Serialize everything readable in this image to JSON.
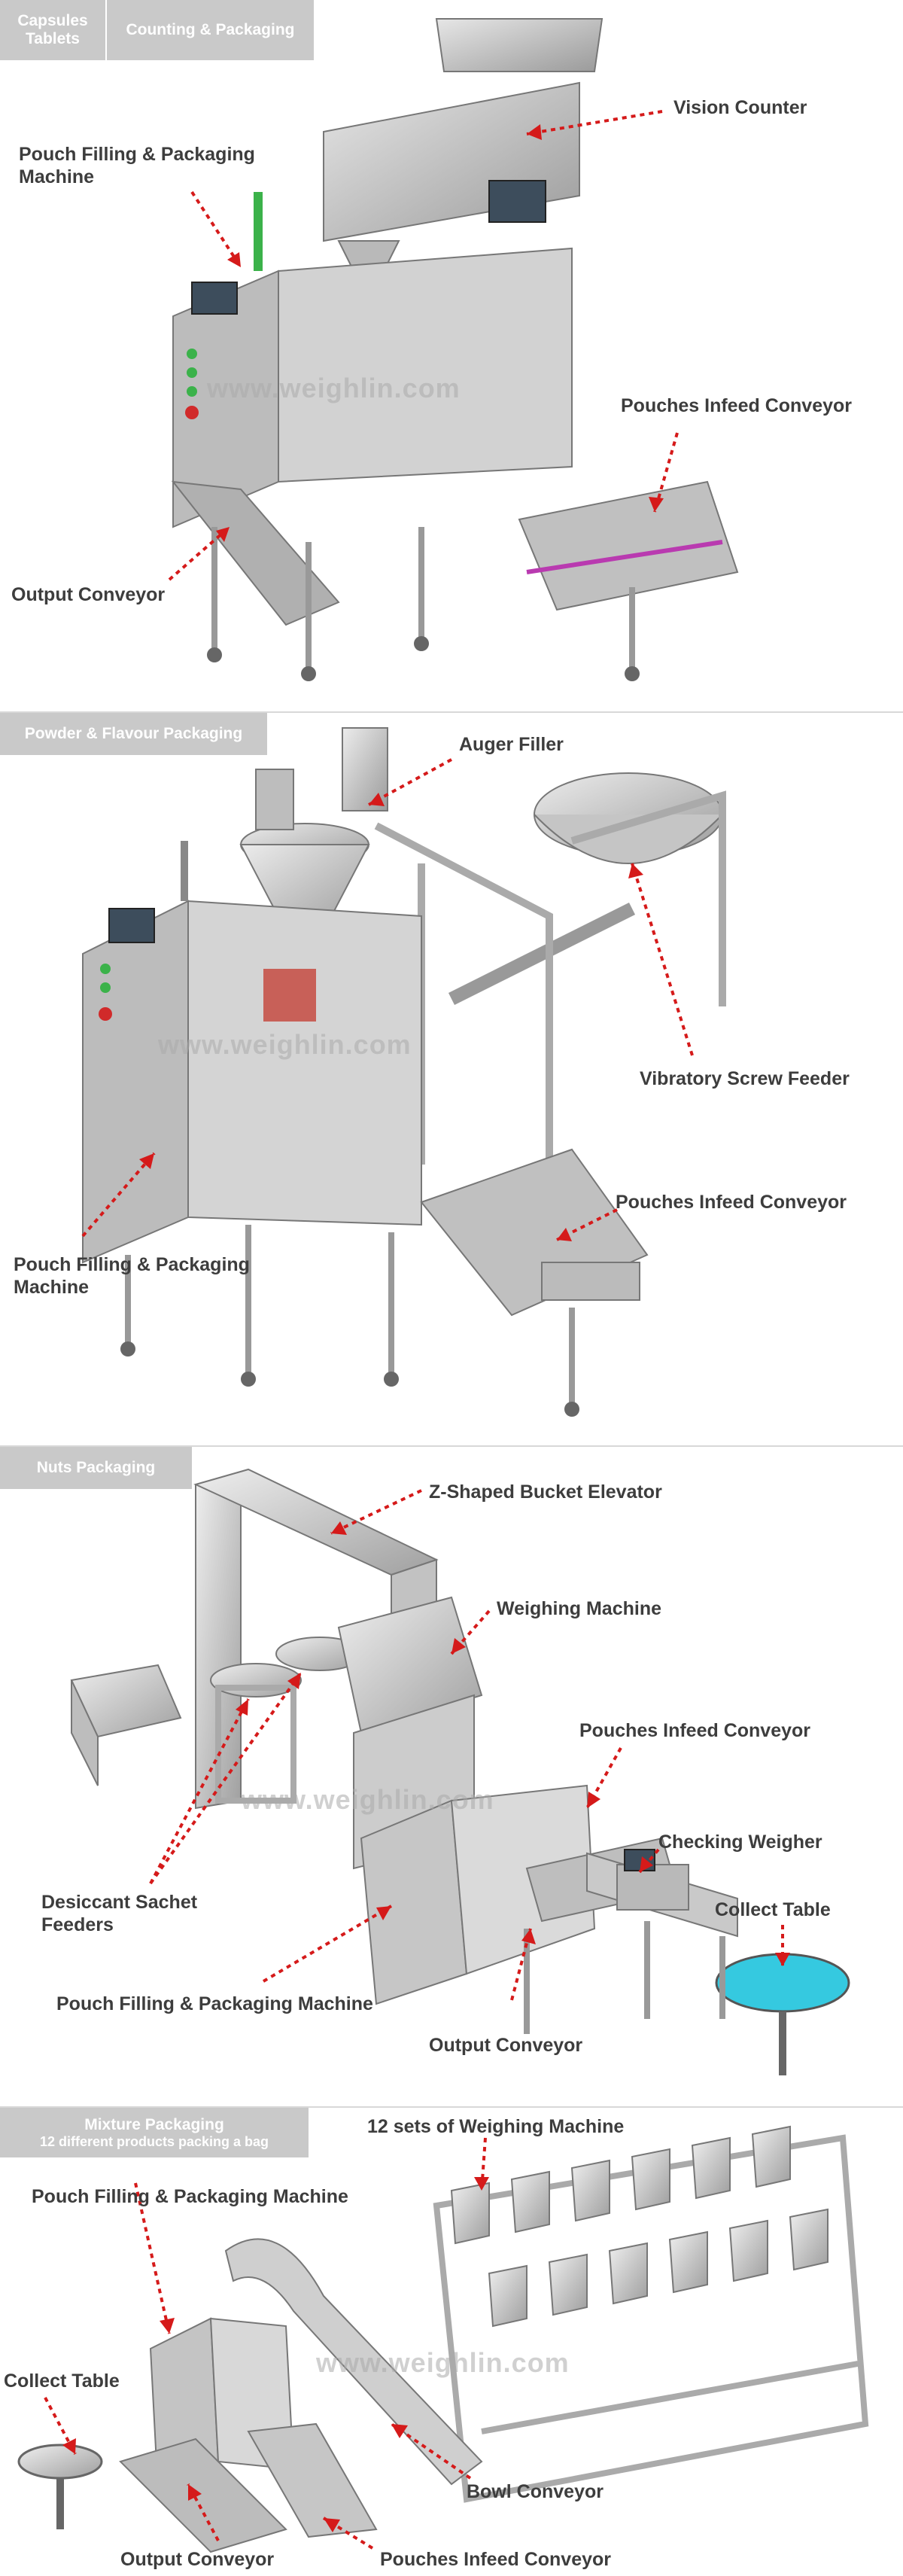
{
  "watermark": "www.weighlin.com",
  "colors": {
    "arrow": "#d51a1a",
    "tag_bg": "#c9c9c9",
    "label": "#3d3d3d",
    "collect_table": "#35c9e0",
    "steel": "#c8c8c8"
  },
  "panels": [
    {
      "tag_left": "Capsules\nTablets",
      "tag_right": "Counting & Packaging",
      "labels": {
        "vision_counter": "Vision Counter",
        "pouch_filling": "Pouch Filling & Packaging\nMachine",
        "pouches_infeed": "Pouches Infeed Conveyor",
        "output_conveyor": "Output Conveyor"
      }
    },
    {
      "tag": "Powder & Flavour Packaging",
      "labels": {
        "auger_filler": "Auger Filler",
        "vibratory_screw": "Vibratory Screw Feeder",
        "pouches_infeed": "Pouches Infeed Conveyor",
        "pouch_filling": "Pouch Filling & Packaging\nMachine"
      }
    },
    {
      "tag": "Nuts Packaging",
      "labels": {
        "bucket_elevator": "Z-Shaped Bucket Elevator",
        "weighing_machine": "Weighing Machine",
        "pouches_infeed": "Pouches Infeed Conveyor",
        "checking_weigher": "Checking Weigher",
        "collect_table": "Collect Table",
        "desiccant": "Desiccant Sachet\nFeeders",
        "pouch_filling": "Pouch Filling & Packaging Machine",
        "output_conveyor": "Output Conveyor"
      }
    },
    {
      "tag_line1": "Mixture Packaging",
      "tag_line2": "12 different products packing a bag",
      "labels": {
        "weighing_sets": "12 sets of Weighing Machine",
        "pouch_filling": "Pouch Filling & Packaging Machine",
        "collect_table": "Collect Table",
        "bowl_conveyor": "Bowl Conveyor",
        "output_conveyor": "Output Conveyor",
        "pouches_infeed": "Pouches Infeed Conveyor"
      }
    }
  ]
}
